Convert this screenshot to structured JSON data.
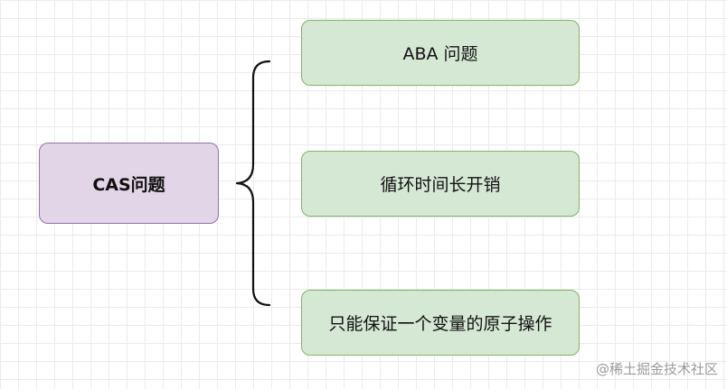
{
  "diagram": {
    "root": {
      "label": "CAS问题"
    },
    "children": [
      {
        "label": "ABA 问题"
      },
      {
        "label": "循环时间长开销"
      },
      {
        "label": "只能保证一个变量的原子操作"
      }
    ]
  },
  "watermark": {
    "text": "@稀土掘金技术社区"
  },
  "colors": {
    "root_fill": "#e1d5e7",
    "root_stroke": "#9673a6",
    "child_fill": "#d5e8d4",
    "child_stroke": "#82b366",
    "brace": "#111111"
  }
}
